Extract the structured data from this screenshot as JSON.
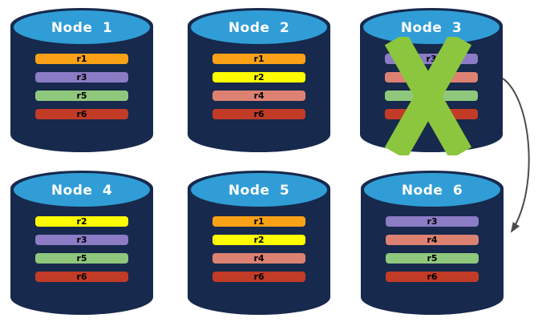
{
  "styles": {
    "background": "#FFFFFF",
    "cylinder_body_color": "#17294C",
    "cylinder_top_color": "#309DD6",
    "title_color": "#FFFFFF",
    "row_label_color": "#000000",
    "x_mark_color": "#8CC63E",
    "arrow_color": "#4C4C4C"
  },
  "row_palette": {
    "r1": "#F9A117",
    "r2": "#FDFD00",
    "r3": "#8C7BC5",
    "r4": "#DD8272",
    "r5": "#8FC87D",
    "r6": "#C23B27"
  },
  "nodes": [
    {
      "title": "Node 1",
      "rows": [
        {
          "label": "r1",
          "color": "#F9A117"
        },
        {
          "label": "r3",
          "color": "#8C7BC5"
        },
        {
          "label": "r5",
          "color": "#8FC87D"
        },
        {
          "label": "r6",
          "color": "#C23B27"
        }
      ]
    },
    {
      "title": "Node 2",
      "rows": [
        {
          "label": "r1",
          "color": "#F9A117"
        },
        {
          "label": "r2",
          "color": "#FDFD00"
        },
        {
          "label": "r4",
          "color": "#DD8272"
        },
        {
          "label": "r6",
          "color": "#C23B27"
        }
      ]
    },
    {
      "title": "Node 3",
      "rows": [
        {
          "label": "r3",
          "color": "#8C7BC5"
        },
        {
          "label": "r4",
          "color": "#DD8272"
        },
        {
          "label": "r5",
          "color": "#8FC87D"
        },
        {
          "label": "r6",
          "color": "#C23B27"
        }
      ]
    },
    {
      "title": "Node 4",
      "rows": [
        {
          "label": "r2",
          "color": "#FDFD00"
        },
        {
          "label": "r3",
          "color": "#8C7BC5"
        },
        {
          "label": "r5",
          "color": "#8FC87D"
        },
        {
          "label": "r6",
          "color": "#C23B27"
        }
      ]
    },
    {
      "title": "Node 5",
      "rows": [
        {
          "label": "r1",
          "color": "#F9A117"
        },
        {
          "label": "r2",
          "color": "#FDFD00"
        },
        {
          "label": "r4",
          "color": "#DD8272"
        },
        {
          "label": "r6",
          "color": "#C23B27"
        }
      ]
    },
    {
      "title": "Node 6",
      "rows": [
        {
          "label": "r3",
          "color": "#8C7BC5"
        },
        {
          "label": "r4",
          "color": "#DD8272"
        },
        {
          "label": "r5",
          "color": "#8FC87D"
        },
        {
          "label": "r6",
          "color": "#C23B27"
        }
      ]
    }
  ],
  "annotations": {
    "x_mark": {
      "icon": "x-mark",
      "color": "#8CC63E",
      "over": "Node 3"
    },
    "arrow": {
      "icon": "curved-arrow",
      "color": "#4C4C4C",
      "from": "Node 3",
      "to": "Node 6"
    }
  }
}
